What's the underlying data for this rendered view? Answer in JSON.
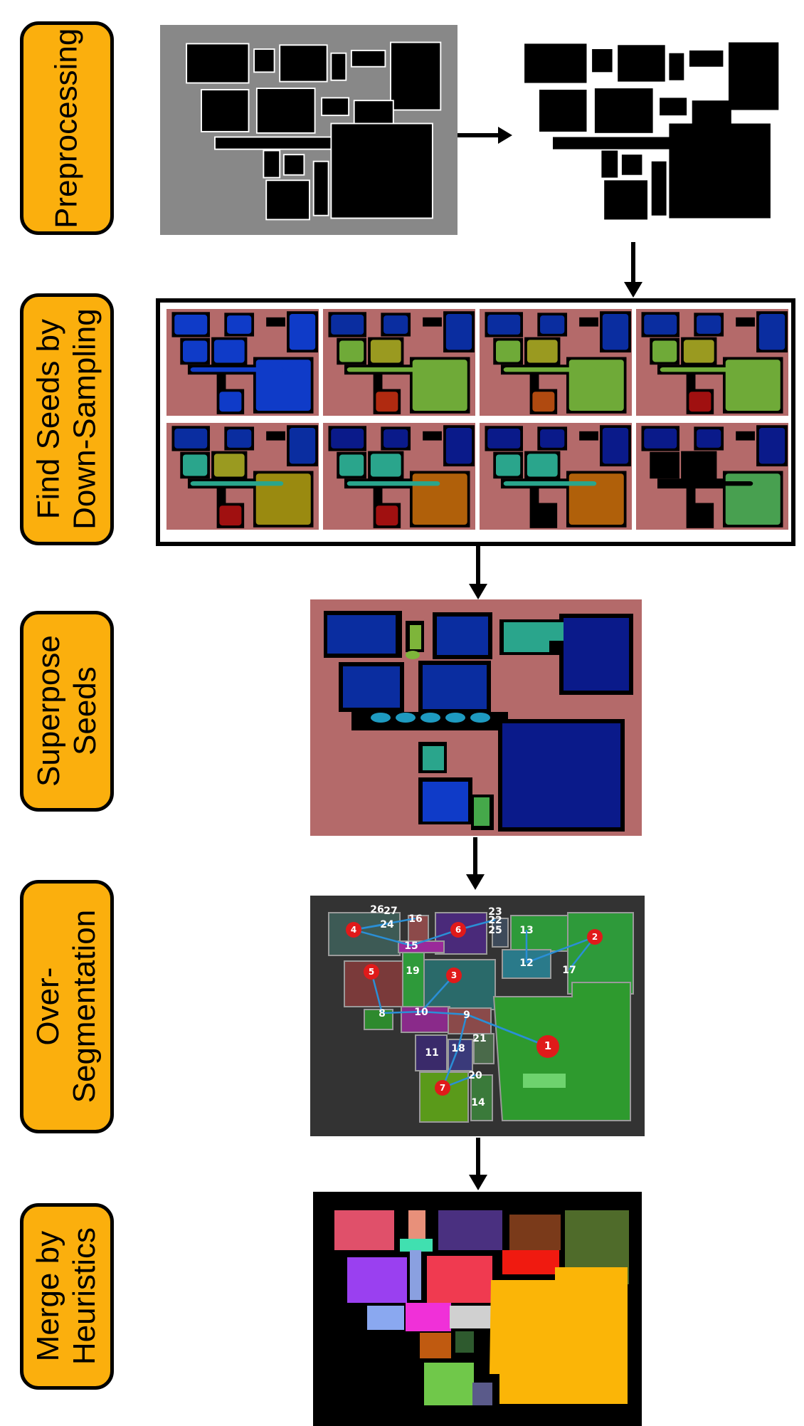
{
  "stages": [
    {
      "id": "preprocessing",
      "label": "Preprocessing"
    },
    {
      "id": "find-seeds",
      "label": "Find Seeds by\nDown-Sampling"
    },
    {
      "id": "superpose",
      "label": "Superpose\nSeeds"
    },
    {
      "id": "over-segmentation",
      "label": "Over-\nSegmentation"
    },
    {
      "id": "merge",
      "label": "Merge by\nHeuristics"
    }
  ],
  "nodes": {
    "red": [
      {
        "label": "1"
      },
      {
        "label": "2"
      },
      {
        "label": "3"
      },
      {
        "label": "4"
      },
      {
        "label": "5"
      },
      {
        "label": "6"
      },
      {
        "label": "7"
      }
    ],
    "plain": [
      {
        "label": "8"
      },
      {
        "label": "9"
      },
      {
        "label": "10"
      },
      {
        "label": "11"
      },
      {
        "label": "12"
      },
      {
        "label": "13"
      },
      {
        "label": "14"
      },
      {
        "label": "15"
      },
      {
        "label": "16"
      },
      {
        "label": "17"
      },
      {
        "label": "18"
      },
      {
        "label": "19"
      },
      {
        "label": "20"
      },
      {
        "label": "21"
      },
      {
        "label": "22"
      },
      {
        "label": "23"
      },
      {
        "label": "24"
      },
      {
        "label": "25"
      },
      {
        "label": "26"
      },
      {
        "label": "27"
      }
    ]
  },
  "colors": {
    "label_fill": "#FBAF0D",
    "seed_background": "#B46A6A",
    "seg_background": "#333333",
    "edge": "#2A8FD6",
    "node_red": "#E01A1A"
  }
}
